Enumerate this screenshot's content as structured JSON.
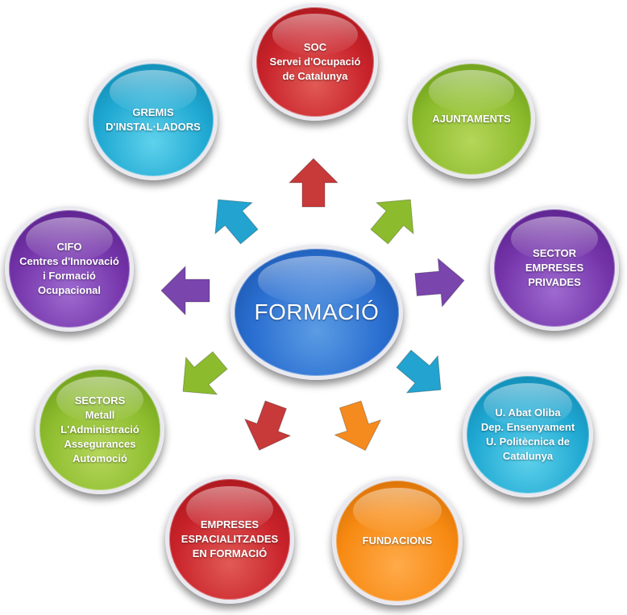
{
  "center": {
    "label": "FORMACIÓ",
    "color": "#2a6fd1"
  },
  "nodes": [
    {
      "id": "soc",
      "lines": [
        "SOC",
        "Servei d'Ocupació",
        "de Catalunya"
      ],
      "color": "red"
    },
    {
      "id": "ajuntaments",
      "lines": [
        "AJUNTAMENTS"
      ],
      "color": "green"
    },
    {
      "id": "sector-empreses",
      "lines": [
        "SECTOR",
        "EMPRESES",
        "PRIVADES"
      ],
      "color": "purple"
    },
    {
      "id": "universitats",
      "lines": [
        "U. Abat Oliba",
        "Dep. Ensenyament",
        "U. Politècnica de",
        "Catalunya"
      ],
      "color": "cyan"
    },
    {
      "id": "fundacions",
      "lines": [
        "FUNDACIONS"
      ],
      "color": "orange"
    },
    {
      "id": "empreses-formacio",
      "lines": [
        "EMPRESES",
        "ESPACIALITZADES",
        "EN FORMACIÓ"
      ],
      "color": "red"
    },
    {
      "id": "sectors",
      "lines": [
        "SECTORS",
        "Metall",
        "L'Administració",
        "Assegurances",
        "Automoció"
      ],
      "color": "green"
    },
    {
      "id": "cifo",
      "lines": [
        "CIFO",
        "Centres d'Innovació",
        "i Formació",
        "Ocupacional"
      ],
      "color": "purple"
    },
    {
      "id": "gremis",
      "lines": [
        "GREMIS",
        "D'INSTAL·LADORS"
      ],
      "color": "cyan"
    }
  ],
  "arrows": [
    {
      "target": "soc",
      "color": "#c8393a",
      "direction": "up"
    },
    {
      "target": "ajuntaments",
      "color": "#8cbc2d",
      "direction": "up-right"
    },
    {
      "target": "sector-empreses",
      "color": "#7a45ad",
      "direction": "right"
    },
    {
      "target": "universitats",
      "color": "#23a3cf",
      "direction": "down-right"
    },
    {
      "target": "fundacions",
      "color": "#f58b1f",
      "direction": "down"
    },
    {
      "target": "empreses-formacio",
      "color": "#c8393a",
      "direction": "down-left"
    },
    {
      "target": "sectors",
      "color": "#8cbc2d",
      "direction": "down-left"
    },
    {
      "target": "cifo",
      "color": "#7a45ad",
      "direction": "left"
    },
    {
      "target": "gremis",
      "color": "#23a3cf",
      "direction": "up-left"
    }
  ]
}
